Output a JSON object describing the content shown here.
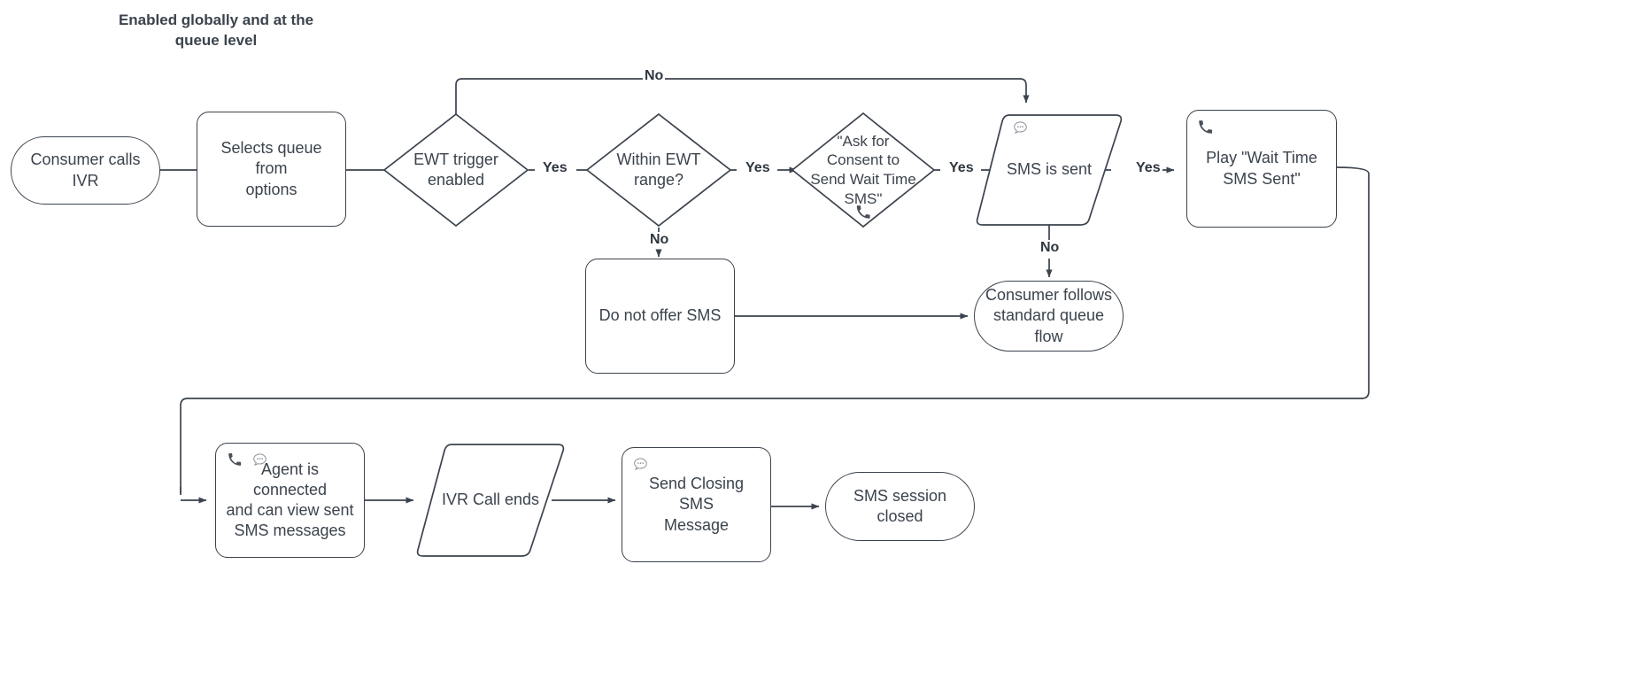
{
  "diagram": {
    "title": "Enabled globally and at the\nqueue level",
    "colors": {
      "stroke": "#3b434d",
      "edge": "#3b434d",
      "text": "#3b434d",
      "background": "#ffffff"
    },
    "nodes": {
      "consumer_calls_ivr": {
        "label": "Consumer calls\nIVR",
        "shape": "terminator",
        "icons": []
      },
      "selects_queue": {
        "label": "Selects queue from\noptions",
        "shape": "process",
        "icons": []
      },
      "ewt_trigger_enabled": {
        "label": "EWT trigger\nenabled",
        "shape": "decision",
        "icons": []
      },
      "within_ewt_range": {
        "label": "Within EWT\nrange?",
        "shape": "decision",
        "icons": []
      },
      "ask_for_consent": {
        "label": "\"Ask for\nConsent to\nSend Wait Time\nSMS\"",
        "shape": "decision",
        "icons": [
          "phone-icon"
        ]
      },
      "sms_is_sent": {
        "label": "SMS is sent",
        "shape": "data",
        "icons": [
          "message-icon"
        ]
      },
      "play_wait_time_sms_sent": {
        "label": "Play \"Wait Time\nSMS Sent\"",
        "shape": "process",
        "icons": [
          "phone-icon"
        ]
      },
      "do_not_offer_sms": {
        "label": "Do not offer SMS",
        "shape": "process",
        "icons": []
      },
      "consumer_follows_queue": {
        "label": "Consumer follows\nstandard queue flow",
        "shape": "terminator",
        "icons": []
      },
      "agent_connected": {
        "label": "Agent is connected\nand can view sent\nSMS messages",
        "shape": "process",
        "icons": [
          "phone-icon",
          "message-icon"
        ]
      },
      "ivr_call_ends": {
        "label": "IVR Call ends",
        "shape": "data",
        "icons": []
      },
      "send_closing_sms": {
        "label": "Send Closing SMS\nMessage",
        "shape": "process",
        "icons": [
          "message-icon"
        ]
      },
      "sms_session_closed": {
        "label": "SMS session closed",
        "shape": "terminator",
        "icons": []
      }
    },
    "edge_labels": {
      "ewt_trigger_no": "No",
      "ewt_trigger_yes": "Yes",
      "within_range_yes": "Yes",
      "within_range_no": "No",
      "consent_yes": "Yes",
      "sms_sent_yes": "Yes",
      "sms_sent_no": "No"
    }
  }
}
